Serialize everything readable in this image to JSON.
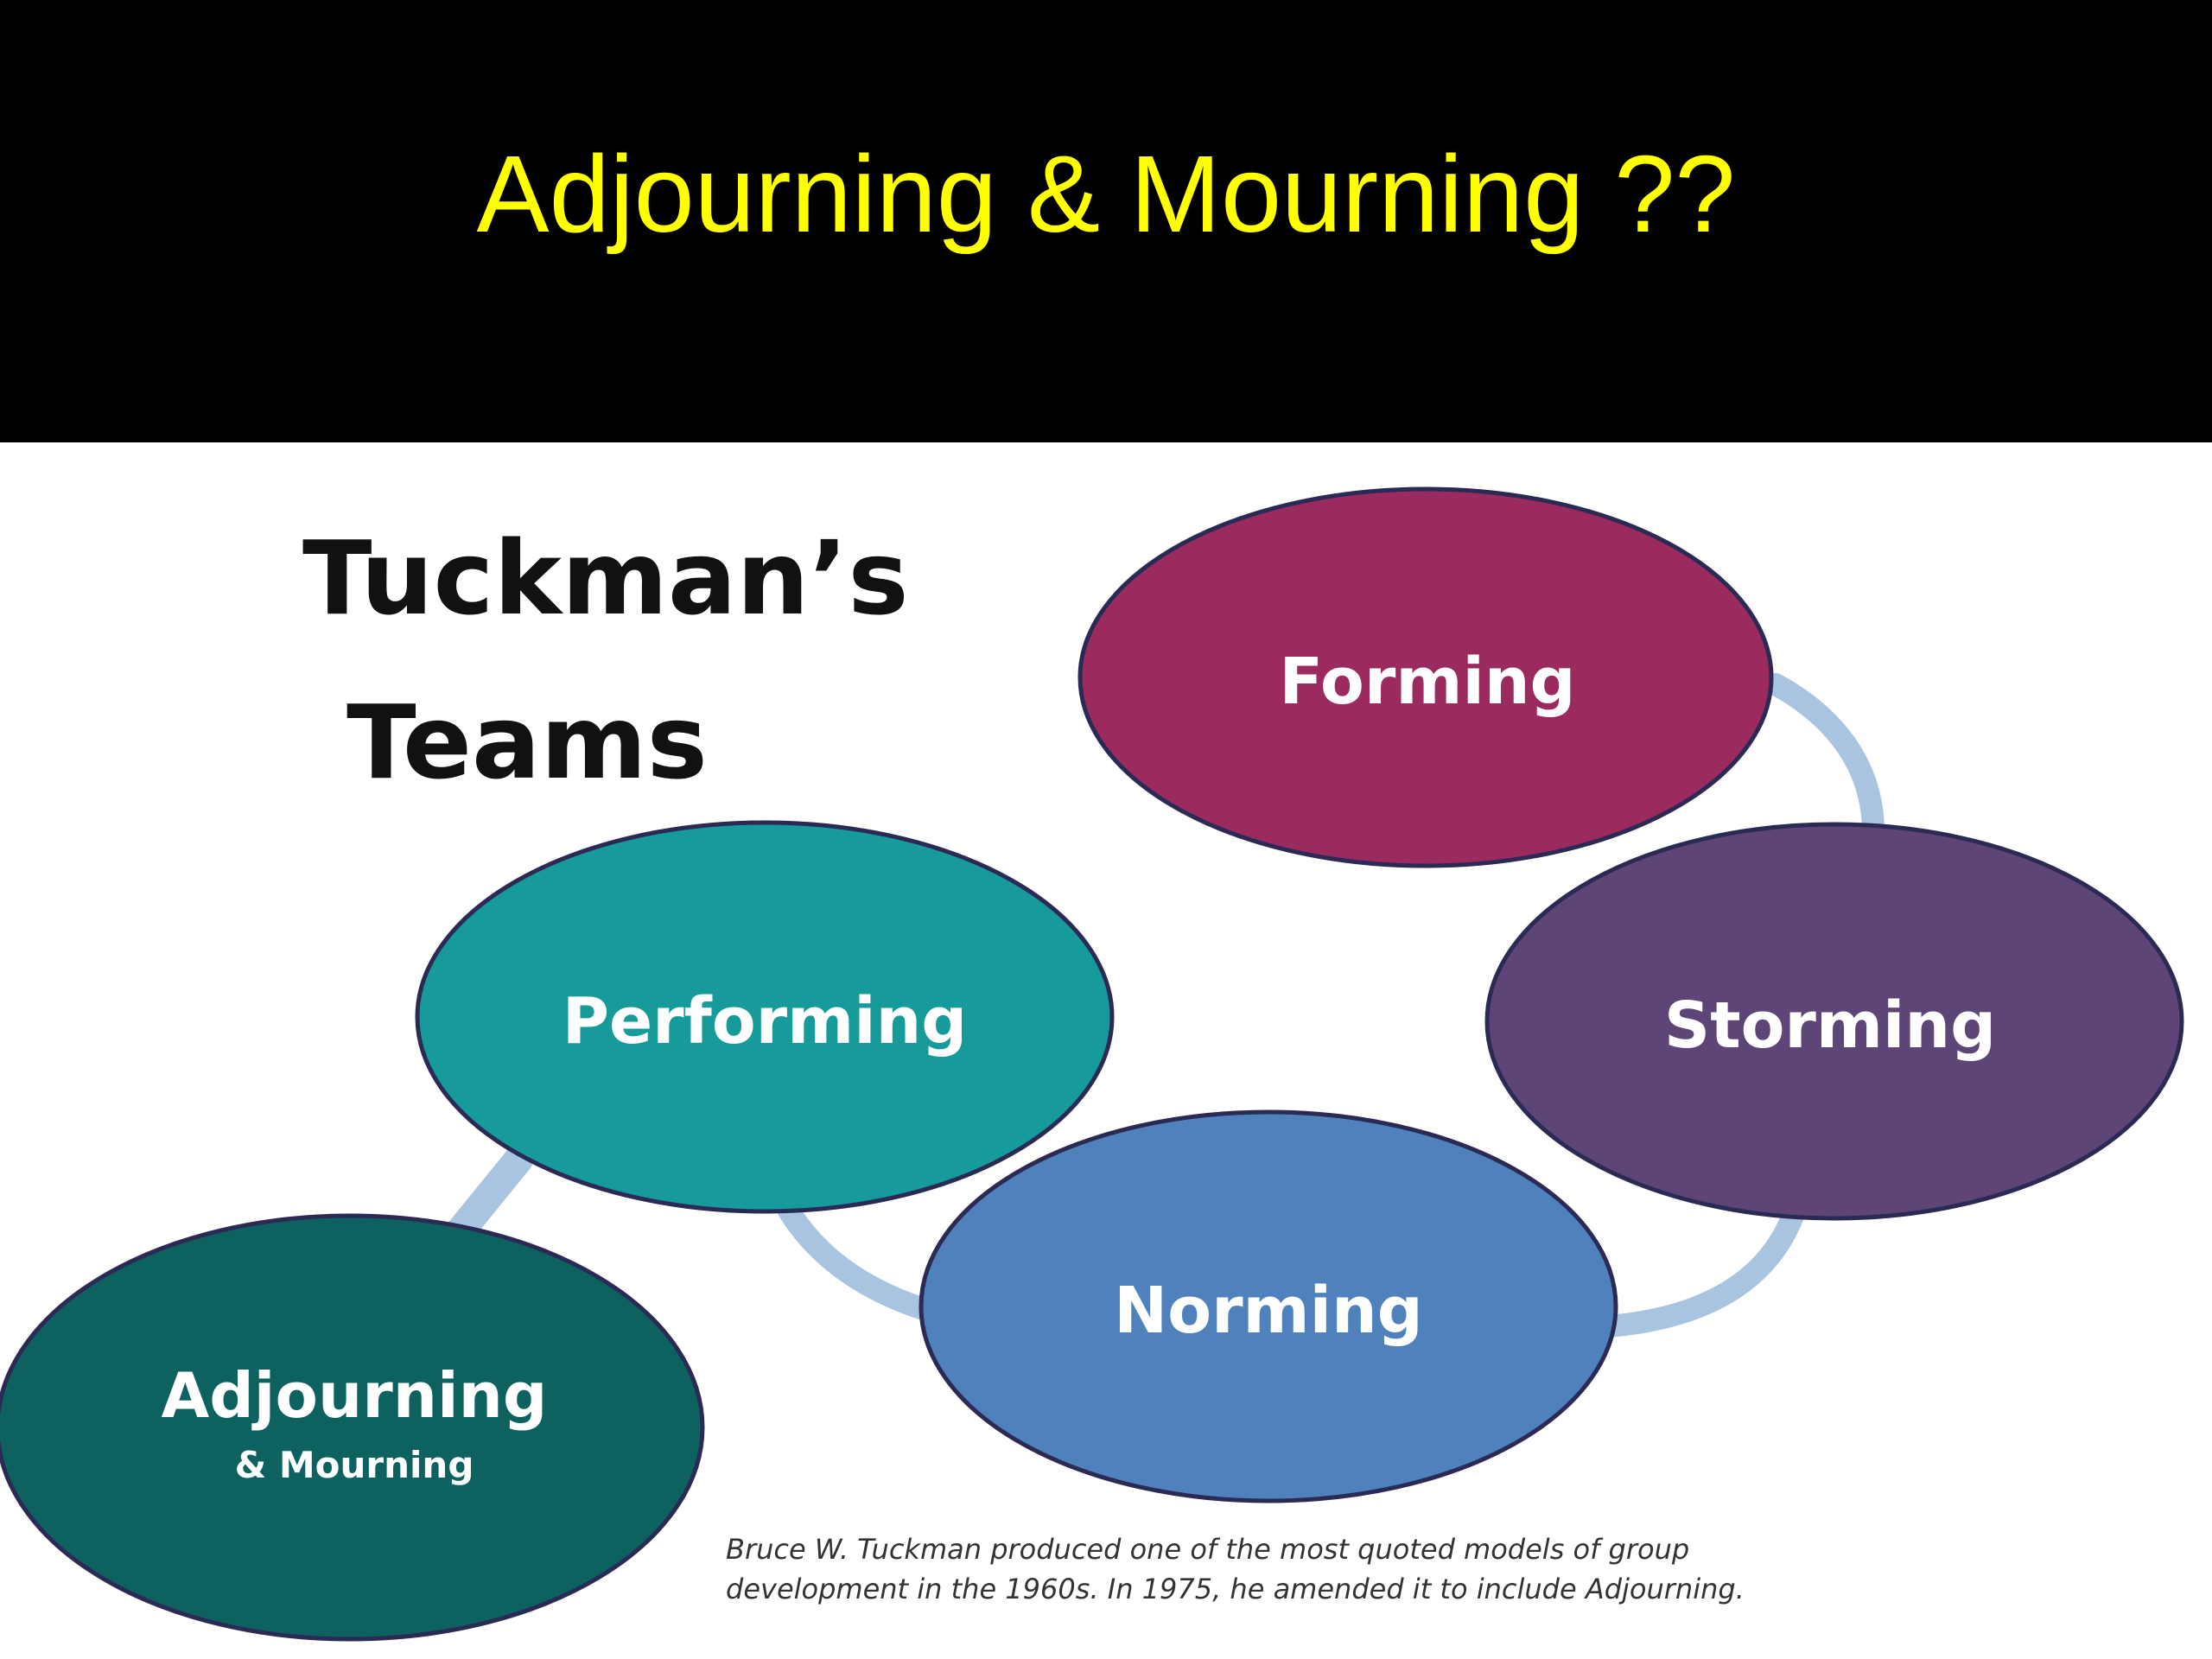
{
  "slide": {
    "title": "Adjourning & Mourning ??",
    "title_color": "#ffff00",
    "background_color": "#000000"
  },
  "diagram": {
    "heading_line1": "Tuckman’s",
    "heading_line2": "Teams",
    "stages": [
      {
        "id": "forming",
        "label": "Forming",
        "color": "#9b2b5e"
      },
      {
        "id": "storming",
        "label": "Storming",
        "color": "#5e4577"
      },
      {
        "id": "norming",
        "label": "Norming",
        "color": "#4f81bd"
      },
      {
        "id": "performing",
        "label": "Performing",
        "color": "#169a9a"
      },
      {
        "id": "adjourning",
        "label": "Adjourning",
        "sublabel": "& Mourning",
        "color": "#0d6260"
      }
    ],
    "arrow_color": "#a8c4e0",
    "caption_line1": "Bruce W. Tuckman produced one of the most quoted models of group",
    "caption_line2": "development in the 1960s. In 1975, he amended it to include Adjourning."
  }
}
